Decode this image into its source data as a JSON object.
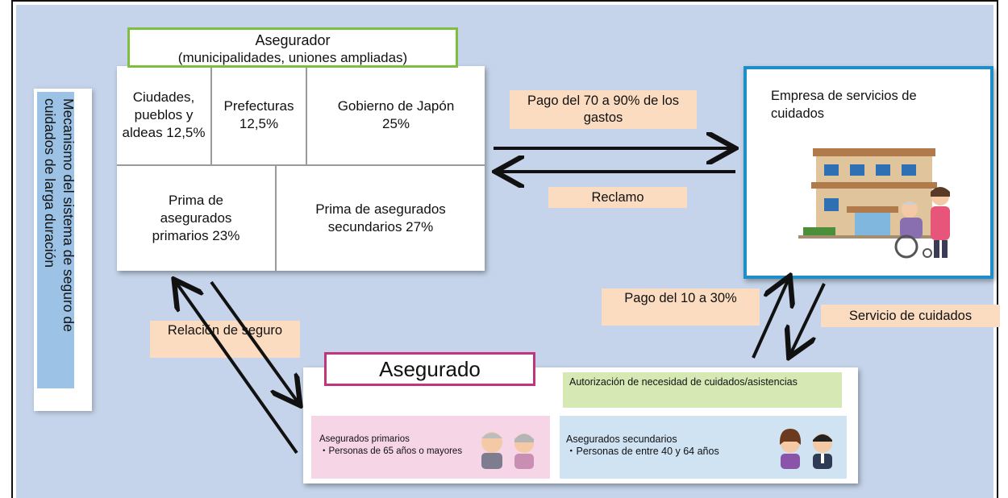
{
  "title_vertical": "Mecanismo del sistema de seguro de cuidados de larga duración",
  "insurer": {
    "title": "Asegurador",
    "subtitle": "(municipalidades, uniones ampliadas)",
    "cells": {
      "cities": "Ciudades, pueblos y aldeas 12,5%",
      "prefectures": "Prefecturas 12,5%",
      "government": "Gobierno de Japón 25%",
      "primary_premium": "Prima de asegurados primarios  23%",
      "secondary_premium": "Prima de asegurados secundarios 27%"
    }
  },
  "company": {
    "title": "Empresa de servicios de cuidados"
  },
  "flows": {
    "payment_costs": "Pago del 70 a 90% de los gastos",
    "claim": "Reclamo",
    "insurance_relation": "Relación de seguro",
    "copay": "Pago del 10 a 30%",
    "care_service": "Servicio de cuidados"
  },
  "insured": {
    "title": "Asegurado",
    "authorization": "Autorización de necesidad de cuidados/asistencias",
    "primary": {
      "title": "Asegurados primarios",
      "desc": "・Personas de 65 años o mayores"
    },
    "secondary": {
      "title": "Asegurados secundarios",
      "desc": "・Personas de entre 40 y 64 años"
    }
  },
  "colors": {
    "background": "#c5d4ea",
    "insurer_border": "#7fbf3f",
    "company_border": "#1e8ec9",
    "insured_border": "#c0357c",
    "label_fill": "#fbdcc0",
    "authorization_fill": "#d6e9b4",
    "primary_fill": "#f6d6e6",
    "secondary_fill": "#cfe3f3",
    "vertical_title_fill": "#9cc2e6"
  },
  "icons": [
    "building-icon",
    "caregiver-wheelchair-icon",
    "elderly-couple-icon",
    "middle-aged-couple-icon"
  ]
}
